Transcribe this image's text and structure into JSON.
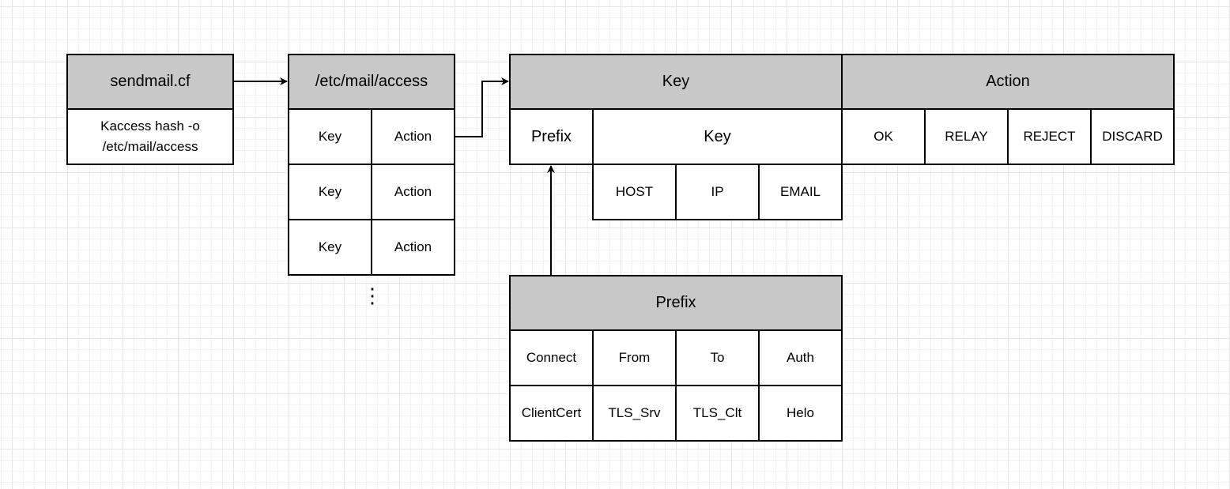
{
  "sendmail": {
    "title": "sendmail.cf",
    "line1": "Kaccess hash -o",
    "line2": "/etc/mail/access"
  },
  "access": {
    "title": "/etc/mail/access",
    "rows": [
      {
        "key": "Key",
        "action": "Action"
      },
      {
        "key": "Key",
        "action": "Action"
      },
      {
        "key": "Key",
        "action": "Action"
      }
    ],
    "continuation": "⋮"
  },
  "key_table": {
    "title": "Key",
    "prefix_label": "Prefix",
    "key_label": "Key",
    "key_types": [
      "HOST",
      "IP",
      "EMAIL"
    ]
  },
  "action_table": {
    "title": "Action",
    "actions": [
      "OK",
      "RELAY",
      "REJECT",
      "DISCARD"
    ]
  },
  "prefix_table": {
    "title": "Prefix",
    "row1": [
      "Connect",
      "From",
      "To",
      "Auth"
    ],
    "row2": [
      "ClientCert",
      "TLS_Srv",
      "TLS_Clt",
      "Helo"
    ]
  }
}
